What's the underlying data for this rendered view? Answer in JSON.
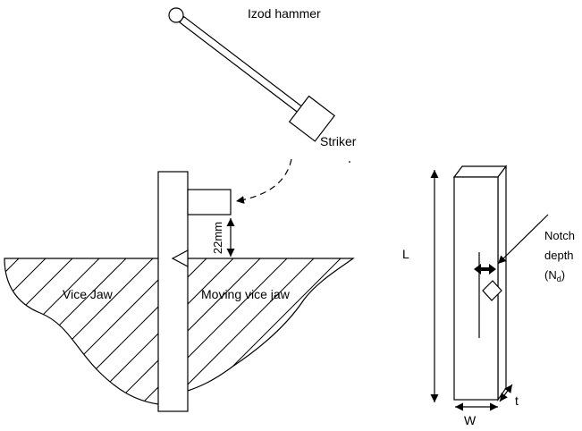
{
  "labels": {
    "hammer": "Izod hammer",
    "striker": "Striker",
    "gap": "22mm",
    "vice_jaw": "Vice Jaw",
    "moving_vice_jaw": "Moving vice jaw",
    "length": "L",
    "width": "W",
    "thickness": "t",
    "notch_depth": {
      "line1": "Notch",
      "line2": "depth",
      "line3_open": "(N",
      "line3_sub": "d",
      "line3_close": ")"
    }
  }
}
